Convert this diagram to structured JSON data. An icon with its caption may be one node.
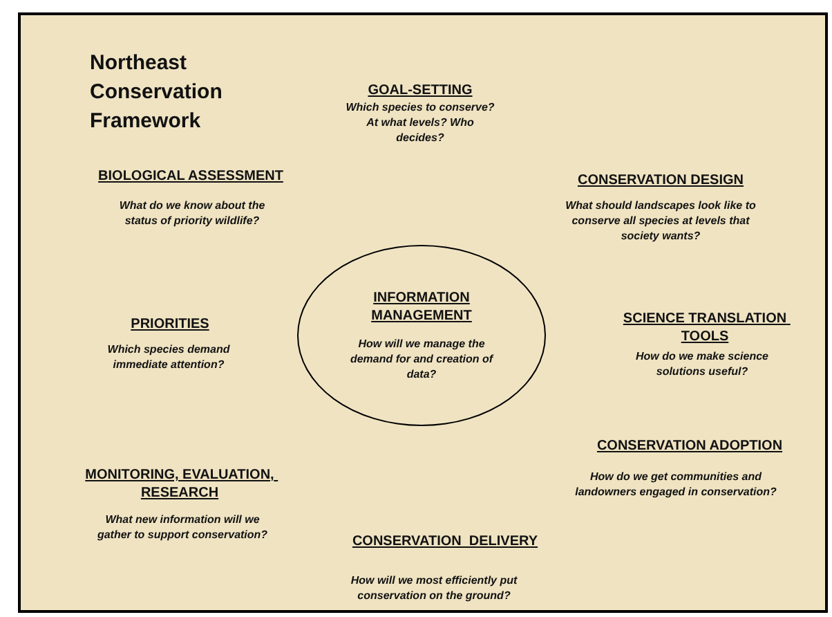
{
  "diagram": {
    "title": "Northeast Conservation Framework",
    "nodes": [
      {
        "text": [
          "INFORMATION MANAGEMENT",
          "How will we manage the demand for and creation of data?"
        ]
      }
    ],
    "labels": [
      "GOAL-SETTING",
      "Which species to conserve? At what levels? Who decides?",
      "BIOLOGICAL ASSESSMENT",
      "What do we know about the status of priority wildlife?",
      "CONSERVATION DESIGN",
      "What should landscapes look like to conserve all species at levels that society wants?",
      "PRIORITIES",
      "Which species demand immediate attention?",
      "SCIENCE TRANSLATION TOOLS",
      "How do we make science solutions useful?",
      "CONSERVATION ADOPTION",
      "How do we get communities and landowners engaged in conservation?",
      "MONITORING, EVALUATION, RESEARCH",
      "What new information will we gather to support conservation?",
      "CONSERVATION  DELIVERY",
      "How will we most efficiently put conservation on the ground?"
    ]
  }
}
